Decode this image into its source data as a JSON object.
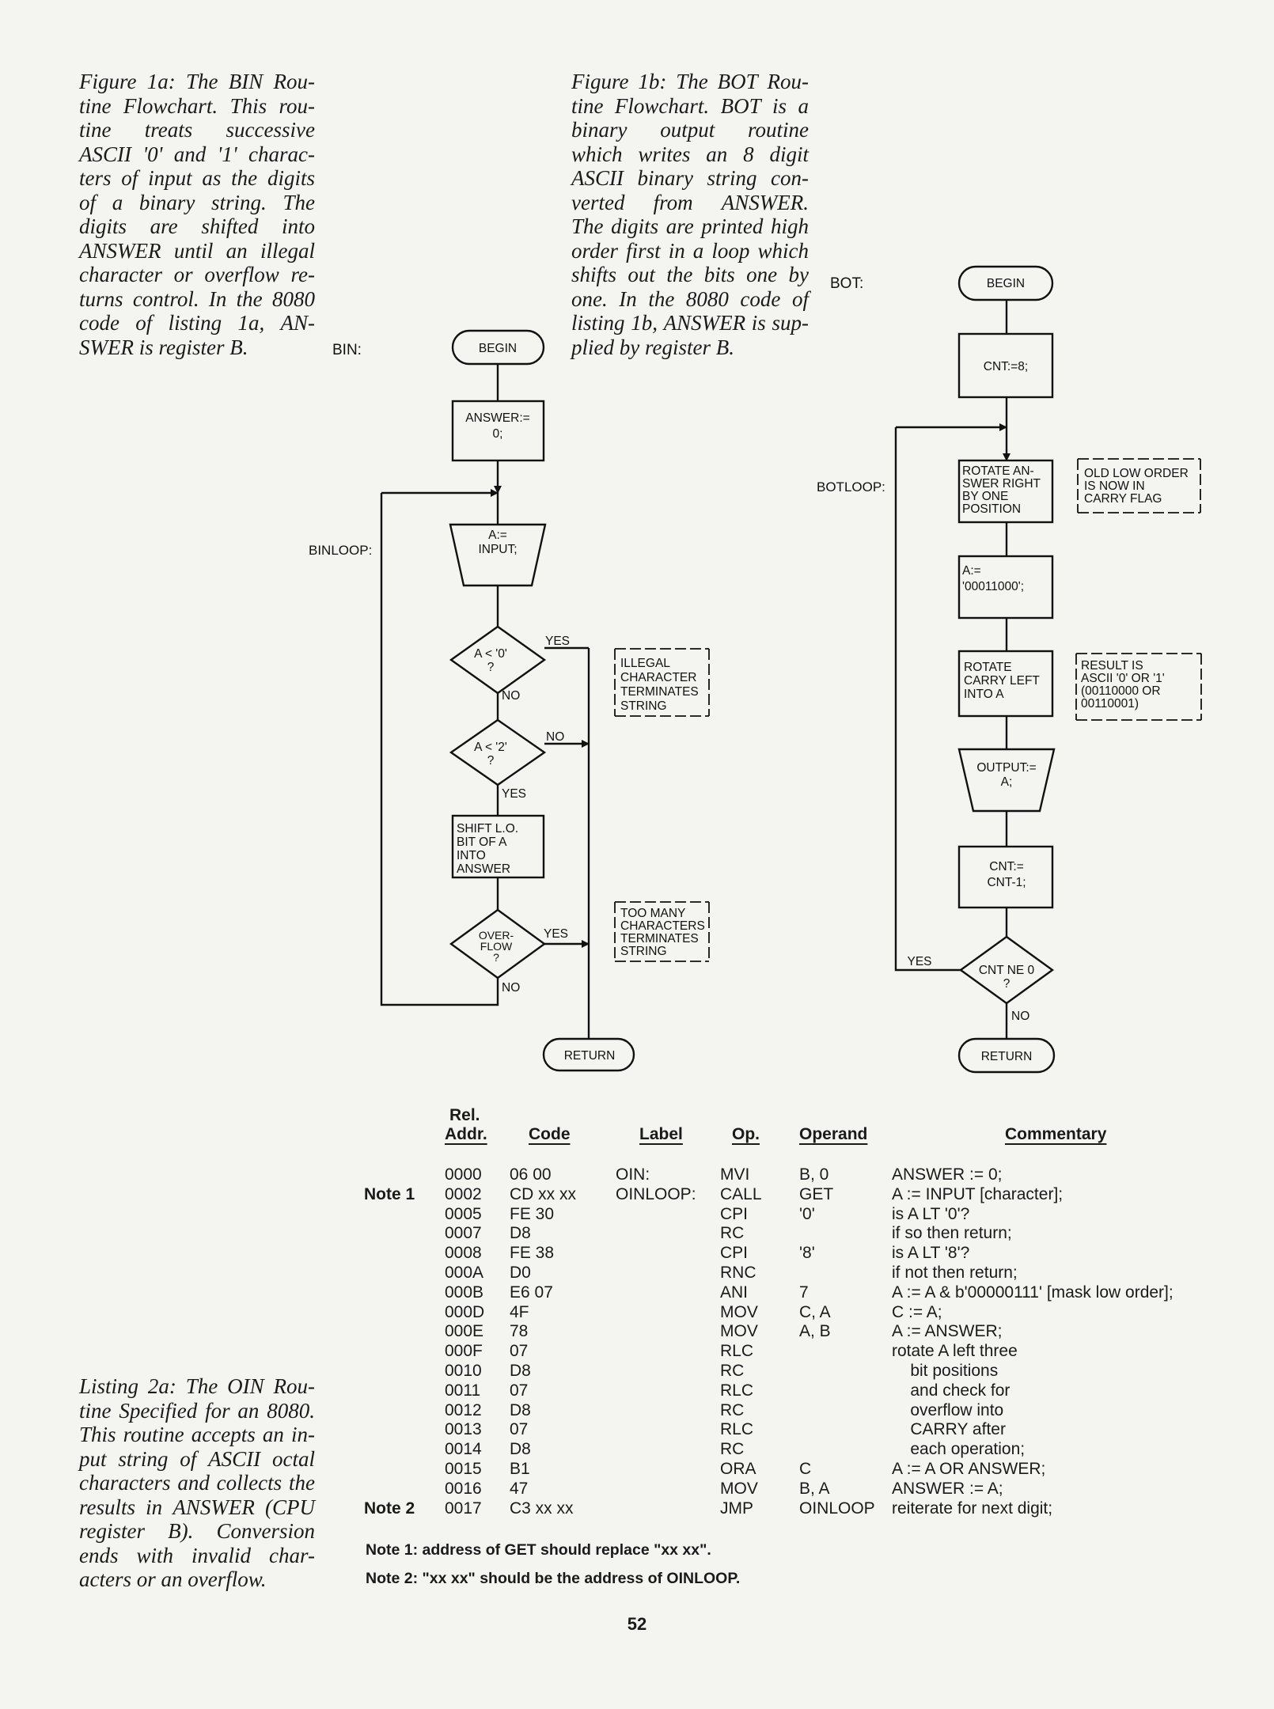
{
  "captions": {
    "fig1a": [
      "Figure 1a: The BIN Rou-",
      "tine Flowchart. This rou-",
      "tine treats successive",
      "ASCII '0' and '1' charac-",
      "ters of input as the digits",
      "of a binary string. The",
      "digits are shifted into",
      "ANSWER until an illegal",
      "character or overflow re-",
      "turns control. In the 8080",
      "code of listing 1a, AN-",
      "SWER is register B."
    ],
    "fig1b": [
      "Figure 1b: The BOT Rou-",
      "tine Flowchart. BOT is a",
      "binary output routine",
      "which writes an 8 digit",
      "ASCII binary string con-",
      "verted from ANSWER.",
      "The digits are printed high",
      "order first in a loop which",
      "shifts out the bits one by",
      "one. In the 8080 code of",
      "listing 1b, ANSWER is sup-",
      "plied by register B."
    ],
    "listing2a": [
      "Listing 2a: The OIN Rou-",
      "tine Specified for an 8080.",
      "This routine accepts an in-",
      "put string of ASCII octal",
      "characters and collects the",
      "results in ANSWER (CPU",
      "register B). Conversion",
      "ends with invalid char-",
      "acters or an overflow."
    ]
  },
  "flow_bin": {
    "entry_label": "BIN:",
    "loop_label": "BINLOOP:",
    "begin": "BEGIN",
    "init": [
      "ANSWER:=",
      "0;"
    ],
    "input": [
      "A:=",
      "INPUT;"
    ],
    "dec1": [
      "A < '0'",
      "?"
    ],
    "dec2": [
      "A < '2'",
      "?"
    ],
    "shift": [
      "SHIFT L.O.",
      "BIT OF A",
      "INTO",
      "ANSWER"
    ],
    "dec3": [
      "OVER-",
      "FLOW",
      "?"
    ],
    "yes": "YES",
    "no": "NO",
    "ret": "RETURN",
    "note1": [
      "ILLEGAL",
      "CHARACTER",
      "TERMINATES",
      "STRING"
    ],
    "note2": [
      "TOO MANY",
      "CHARACTERS",
      "TERMINATES",
      "STRING"
    ]
  },
  "flow_bot": {
    "entry_label": "BOT:",
    "loop_label": "BOTLOOP:",
    "begin": "BEGIN",
    "cnt_init": "CNT:=8;",
    "rotate1": [
      "ROTATE AN-",
      "SWER RIGHT",
      "BY ONE",
      "POSITION"
    ],
    "assign": [
      "A:=",
      "'00011000';"
    ],
    "rotate2": [
      "ROTATE",
      "CARRY LEFT",
      "INTO A"
    ],
    "output": [
      "OUTPUT:=",
      "A;"
    ],
    "dec": [
      "CNT:=",
      "CNT-1;"
    ],
    "cond": [
      "CNT NE 0",
      "?"
    ],
    "yes": "YES",
    "no": "NO",
    "ret": "RETURN",
    "note1": [
      "OLD LOW ORDER",
      "IS NOW IN",
      "CARRY FLAG"
    ],
    "note2": [
      "RESULT IS",
      "ASCII '0' OR '1'",
      "(00110000 OR",
      "00110001)"
    ]
  },
  "listing": {
    "headers": {
      "addr1": "Rel.",
      "addr2": "Addr.",
      "code": "Code",
      "label": "Label",
      "op": "Op.",
      "operand": "Operand",
      "comment": "Commentary"
    },
    "notes": [
      "",
      "Note 1",
      "",
      "",
      "",
      "",
      "",
      "",
      "",
      "",
      "",
      "",
      "",
      "",
      "",
      "",
      "",
      "Note 2"
    ],
    "addr": [
      "0000",
      "0002",
      "0005",
      "0007",
      "0008",
      "000A",
      "000B",
      "000D",
      "000E",
      "000F",
      "0010",
      "0011",
      "0012",
      "0013",
      "0014",
      "0015",
      "0016",
      "0017"
    ],
    "code": [
      "06 00",
      "CD xx xx",
      "FE 30",
      "D8",
      "FE 38",
      "D0",
      "E6 07",
      "4F",
      "78",
      "07",
      "D8",
      "07",
      "D8",
      "07",
      "D8",
      "B1",
      "47",
      "C3 xx xx"
    ],
    "label": [
      "OIN:",
      "OINLOOP:",
      "",
      "",
      "",
      "",
      "",
      "",
      "",
      "",
      "",
      "",
      "",
      "",
      "",
      "",
      "",
      ""
    ],
    "op": [
      "MVI",
      "CALL",
      "CPI",
      "RC",
      "CPI",
      "RNC",
      "ANI",
      "MOV",
      "MOV",
      "RLC",
      "RC",
      "RLC",
      "RC",
      "RLC",
      "RC",
      "ORA",
      "MOV",
      "JMP"
    ],
    "operand": [
      "B, 0",
      "GET",
      "'0'",
      "",
      "'8'",
      "",
      "7",
      "C, A",
      "A, B",
      "",
      "",
      "",
      "",
      "",
      "",
      "C",
      "B, A",
      "OINLOOP"
    ],
    "comment": [
      "ANSWER := 0;",
      "A := INPUT [character];",
      "is A LT '0'?",
      "if so then return;",
      "is A LT '8'?",
      "if not then return;",
      "A := A & b'00000111' [mask low order];",
      "C := A;",
      "A := ANSWER;",
      "rotate A left three",
      "    bit positions",
      "    and check for",
      "    overflow into",
      "    CARRY after",
      "    each operation;",
      "A := A OR ANSWER;",
      "ANSWER := A;",
      "reiterate for next digit;"
    ],
    "footnotes": [
      "Note 1: address of GET should replace \"xx xx\".",
      "Note 2: \"xx xx\" should be the address of OINLOOP."
    ]
  },
  "page_number": "52"
}
